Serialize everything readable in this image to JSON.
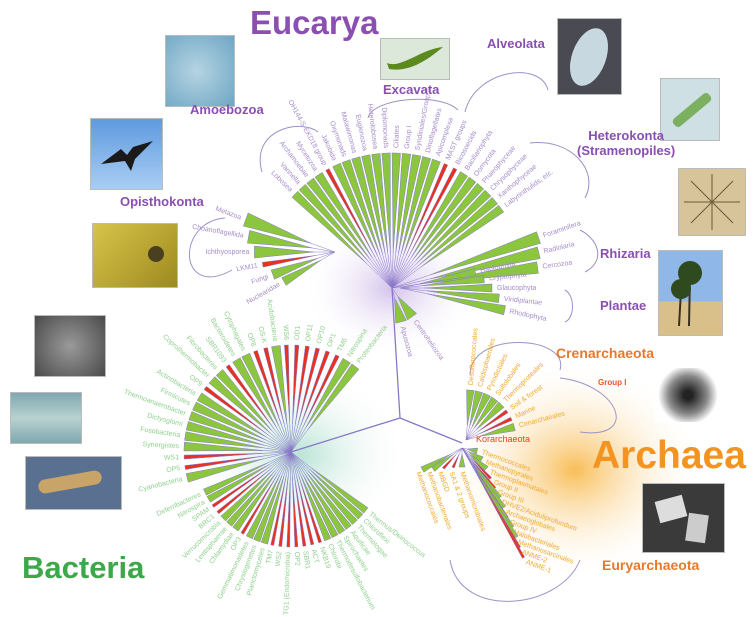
{
  "domains": {
    "eukarya": "Eucarya",
    "bacteria": "Bacteria",
    "archaea": "Archaea"
  },
  "groups": {
    "amoebozoa": "Amoebozoa",
    "opisthokonta": "Opisthokonta",
    "excavata": "Excavata",
    "alveolata": "Alveolata",
    "heterokonta": "Heterokonta",
    "stramenopiles": "(Stramenopiles)",
    "rhizaria": "Rhizaria",
    "plantae": "Plantae",
    "crenarchaeota": "Crenarchaeota",
    "euryarchaeota": "Euryarchaeota"
  },
  "colors": {
    "eukarya": "#8a4fb0",
    "bacteria": "#3ca84a",
    "archaea": "#f39420",
    "cultured_wedge": "#8cc63f",
    "uncultured_wedge": "#e8311f",
    "branch": "#8878c8"
  },
  "clades": {
    "eukarya_left": [
      {
        "t": "Metazoa",
        "c": "g"
      },
      {
        "t": "Choanoflagellida",
        "c": "g"
      },
      {
        "t": "Ichthyosporea",
        "c": "g"
      },
      {
        "t": "LKM11",
        "c": "r"
      },
      {
        "t": "Fungi",
        "c": "g"
      },
      {
        "t": "Nuclearidae",
        "c": "g"
      }
    ],
    "eukarya_top": [
      {
        "t": "Lobosea",
        "c": "g"
      },
      {
        "t": "Vannella",
        "c": "g"
      },
      {
        "t": "Archamoebae",
        "c": "g"
      },
      {
        "t": "Mycetozoa",
        "c": "g"
      },
      {
        "t": "OH144-S-EKD18 group",
        "c": "r"
      },
      {
        "t": "Jakobida",
        "c": "g"
      },
      {
        "t": "Oxymonads",
        "c": "g"
      },
      {
        "t": "Malawimonas",
        "c": "g"
      },
      {
        "t": "Euglenozoa",
        "c": "g"
      },
      {
        "t": "Heterolobosea",
        "c": "g"
      },
      {
        "t": "Diplomonads",
        "c": "g"
      },
      {
        "t": "Ciliates",
        "c": "g"
      },
      {
        "t": "Group I",
        "c": "g"
      },
      {
        "t": "Syndiniales/Group II",
        "c": "g"
      },
      {
        "t": "Dinoflagellates",
        "c": "g"
      },
      {
        "t": "Apicomplexa",
        "c": "g"
      },
      {
        "t": "MAST groups",
        "c": "r"
      },
      {
        "t": "Bicosoecids",
        "c": "r"
      },
      {
        "t": "Bacillariophyta",
        "c": "g"
      },
      {
        "t": "Oomycota",
        "c": "g"
      },
      {
        "t": "Phaeophyceae",
        "c": "g"
      },
      {
        "t": "Chrysophyceae",
        "c": "g"
      },
      {
        "t": "Xanthophyceae",
        "c": "g"
      },
      {
        "t": "Labyrinthulids, etc.",
        "c": "g"
      }
    ],
    "eukarya_rhizaria": [
      {
        "t": "Foraminifera",
        "c": "g"
      },
      {
        "t": "Radiolaria",
        "c": "g"
      },
      {
        "t": "Cercozoa",
        "c": "g"
      }
    ],
    "eukarya_plantae": [
      {
        "t": "Haptophyta",
        "c": "g"
      },
      {
        "t": "Cryptophyta",
        "c": "g"
      },
      {
        "t": "Glaucophyta",
        "c": "g"
      },
      {
        "t": "Viridiplantae",
        "c": "g"
      },
      {
        "t": "Rhodophyta",
        "c": "g"
      }
    ],
    "eukarya_apusozoa": [
      {
        "t": "Centroheliozoa",
        "c": "g"
      },
      {
        "t": "Apusozoa",
        "c": "g"
      }
    ],
    "bacteria_top": [
      {
        "t": "Cyanobacteria",
        "c": "g"
      },
      {
        "t": "OP5",
        "c": "r"
      },
      {
        "t": "WS1",
        "c": "r"
      },
      {
        "t": "Synergistes",
        "c": "g"
      },
      {
        "t": "Fusobacteria",
        "c": "g"
      },
      {
        "t": "Dictyoglomi",
        "c": "g"
      },
      {
        "t": "Thermoanaerobacter",
        "c": "g"
      },
      {
        "t": "Firmicutes",
        "c": "g"
      },
      {
        "t": "Actinobacteria",
        "c": "g"
      },
      {
        "t": "OP9",
        "c": "r"
      },
      {
        "t": "Coprothermobacter",
        "c": "g"
      },
      {
        "t": "Fibrobacteres",
        "c": "g"
      },
      {
        "t": "SBR1093",
        "c": "r"
      },
      {
        "t": "Bacteroidetes",
        "c": "g"
      },
      {
        "t": "Cytophagales",
        "c": "g"
      },
      {
        "t": "OP8",
        "c": "r"
      },
      {
        "t": "OS-K",
        "c": "r"
      },
      {
        "t": "Acidobacteria",
        "c": "g"
      },
      {
        "t": "WS6",
        "c": "r"
      },
      {
        "t": "OD1",
        "c": "r"
      },
      {
        "t": "OP11",
        "c": "r"
      },
      {
        "t": "OP10",
        "c": "r"
      },
      {
        "t": "OP1",
        "c": "r"
      },
      {
        "t": "TM6",
        "c": "r"
      },
      {
        "t": "Nitrospina",
        "c": "g"
      },
      {
        "t": "Proteobacteria",
        "c": "g"
      }
    ],
    "bacteria_bottom": [
      {
        "t": "Thermus/Deinococcus",
        "c": "g"
      },
      {
        "t": "Chloroflexi",
        "c": "g"
      },
      {
        "t": "Thermotogae",
        "c": "g"
      },
      {
        "t": "Aquificae",
        "c": "g"
      },
      {
        "t": "Spirochaetes",
        "c": "g"
      },
      {
        "t": "Thermodesulfobacterium",
        "c": "g"
      },
      {
        "t": "Chlorobi",
        "c": "g"
      },
      {
        "t": "NKB19",
        "c": "r"
      },
      {
        "t": "ACT",
        "c": "r"
      },
      {
        "t": "SBR1",
        "c": "r"
      },
      {
        "t": "OP2",
        "c": "r"
      },
      {
        "t": "TG1 (Endomicrobia)",
        "c": "r"
      },
      {
        "t": "WS2",
        "c": "r"
      },
      {
        "t": "TM7",
        "c": "r"
      },
      {
        "t": "Planctomycetes",
        "c": "g"
      },
      {
        "t": "Chrysiogenetes",
        "c": "g"
      },
      {
        "t": "Gemmatimonadetes",
        "c": "g"
      },
      {
        "t": "OP3",
        "c": "r"
      },
      {
        "t": "Chlamydiae",
        "c": "g"
      },
      {
        "t": "Lentisphaerae",
        "c": "g"
      },
      {
        "t": "Verrucomicrobia",
        "c": "g"
      },
      {
        "t": "BRC1",
        "c": "r"
      },
      {
        "t": "SPAM",
        "c": "r"
      },
      {
        "t": "Nitrospira",
        "c": "g"
      },
      {
        "t": "Deferribacteres",
        "c": "g"
      }
    ],
    "archaea_cren": [
      {
        "t": "Desulfurococcales",
        "c": "g"
      },
      {
        "t": "Caldisphaerales",
        "c": "g"
      },
      {
        "t": "Pyrodictiales",
        "c": "g"
      },
      {
        "t": "Sulfolobales",
        "c": "g"
      },
      {
        "t": "Thermoproteales",
        "c": "g"
      },
      {
        "t": "Soil & forest",
        "c": "r"
      },
      {
        "t": "Marine",
        "c": "r"
      },
      {
        "t": "Cenarchaeales",
        "c": "g"
      }
    ],
    "archaea_cren_extra": {
      "group_i": "Group I",
      "korarchaeota": "Korarchaeota"
    },
    "archaea_eury": [
      {
        "t": "Thermococcales",
        "c": "g"
      },
      {
        "t": "Methanopyrales",
        "c": "g"
      },
      {
        "t": "Thermoplasmatales",
        "c": "g"
      },
      {
        "t": "Group II",
        "c": "r"
      },
      {
        "t": "Group III",
        "c": "r"
      },
      {
        "t": "DHVE2/Aciduliprofundum",
        "c": "g"
      },
      {
        "t": "Archaeoglobales",
        "c": "g"
      },
      {
        "t": "Group IV",
        "c": "r"
      },
      {
        "t": "Halobacteriales",
        "c": "g"
      },
      {
        "t": "Methanosarcinales",
        "c": "g"
      },
      {
        "t": "ANME-2",
        "c": "r"
      },
      {
        "t": "ANME-1",
        "c": "r"
      },
      {
        "t": "Methanomicrobiales",
        "c": "g"
      },
      {
        "t": "SA1 & 2 groups",
        "c": "r"
      },
      {
        "t": "MBGD",
        "c": "r"
      },
      {
        "t": "Methanobacteriales",
        "c": "g"
      },
      {
        "t": "Methanococcales",
        "c": "g"
      }
    ]
  }
}
